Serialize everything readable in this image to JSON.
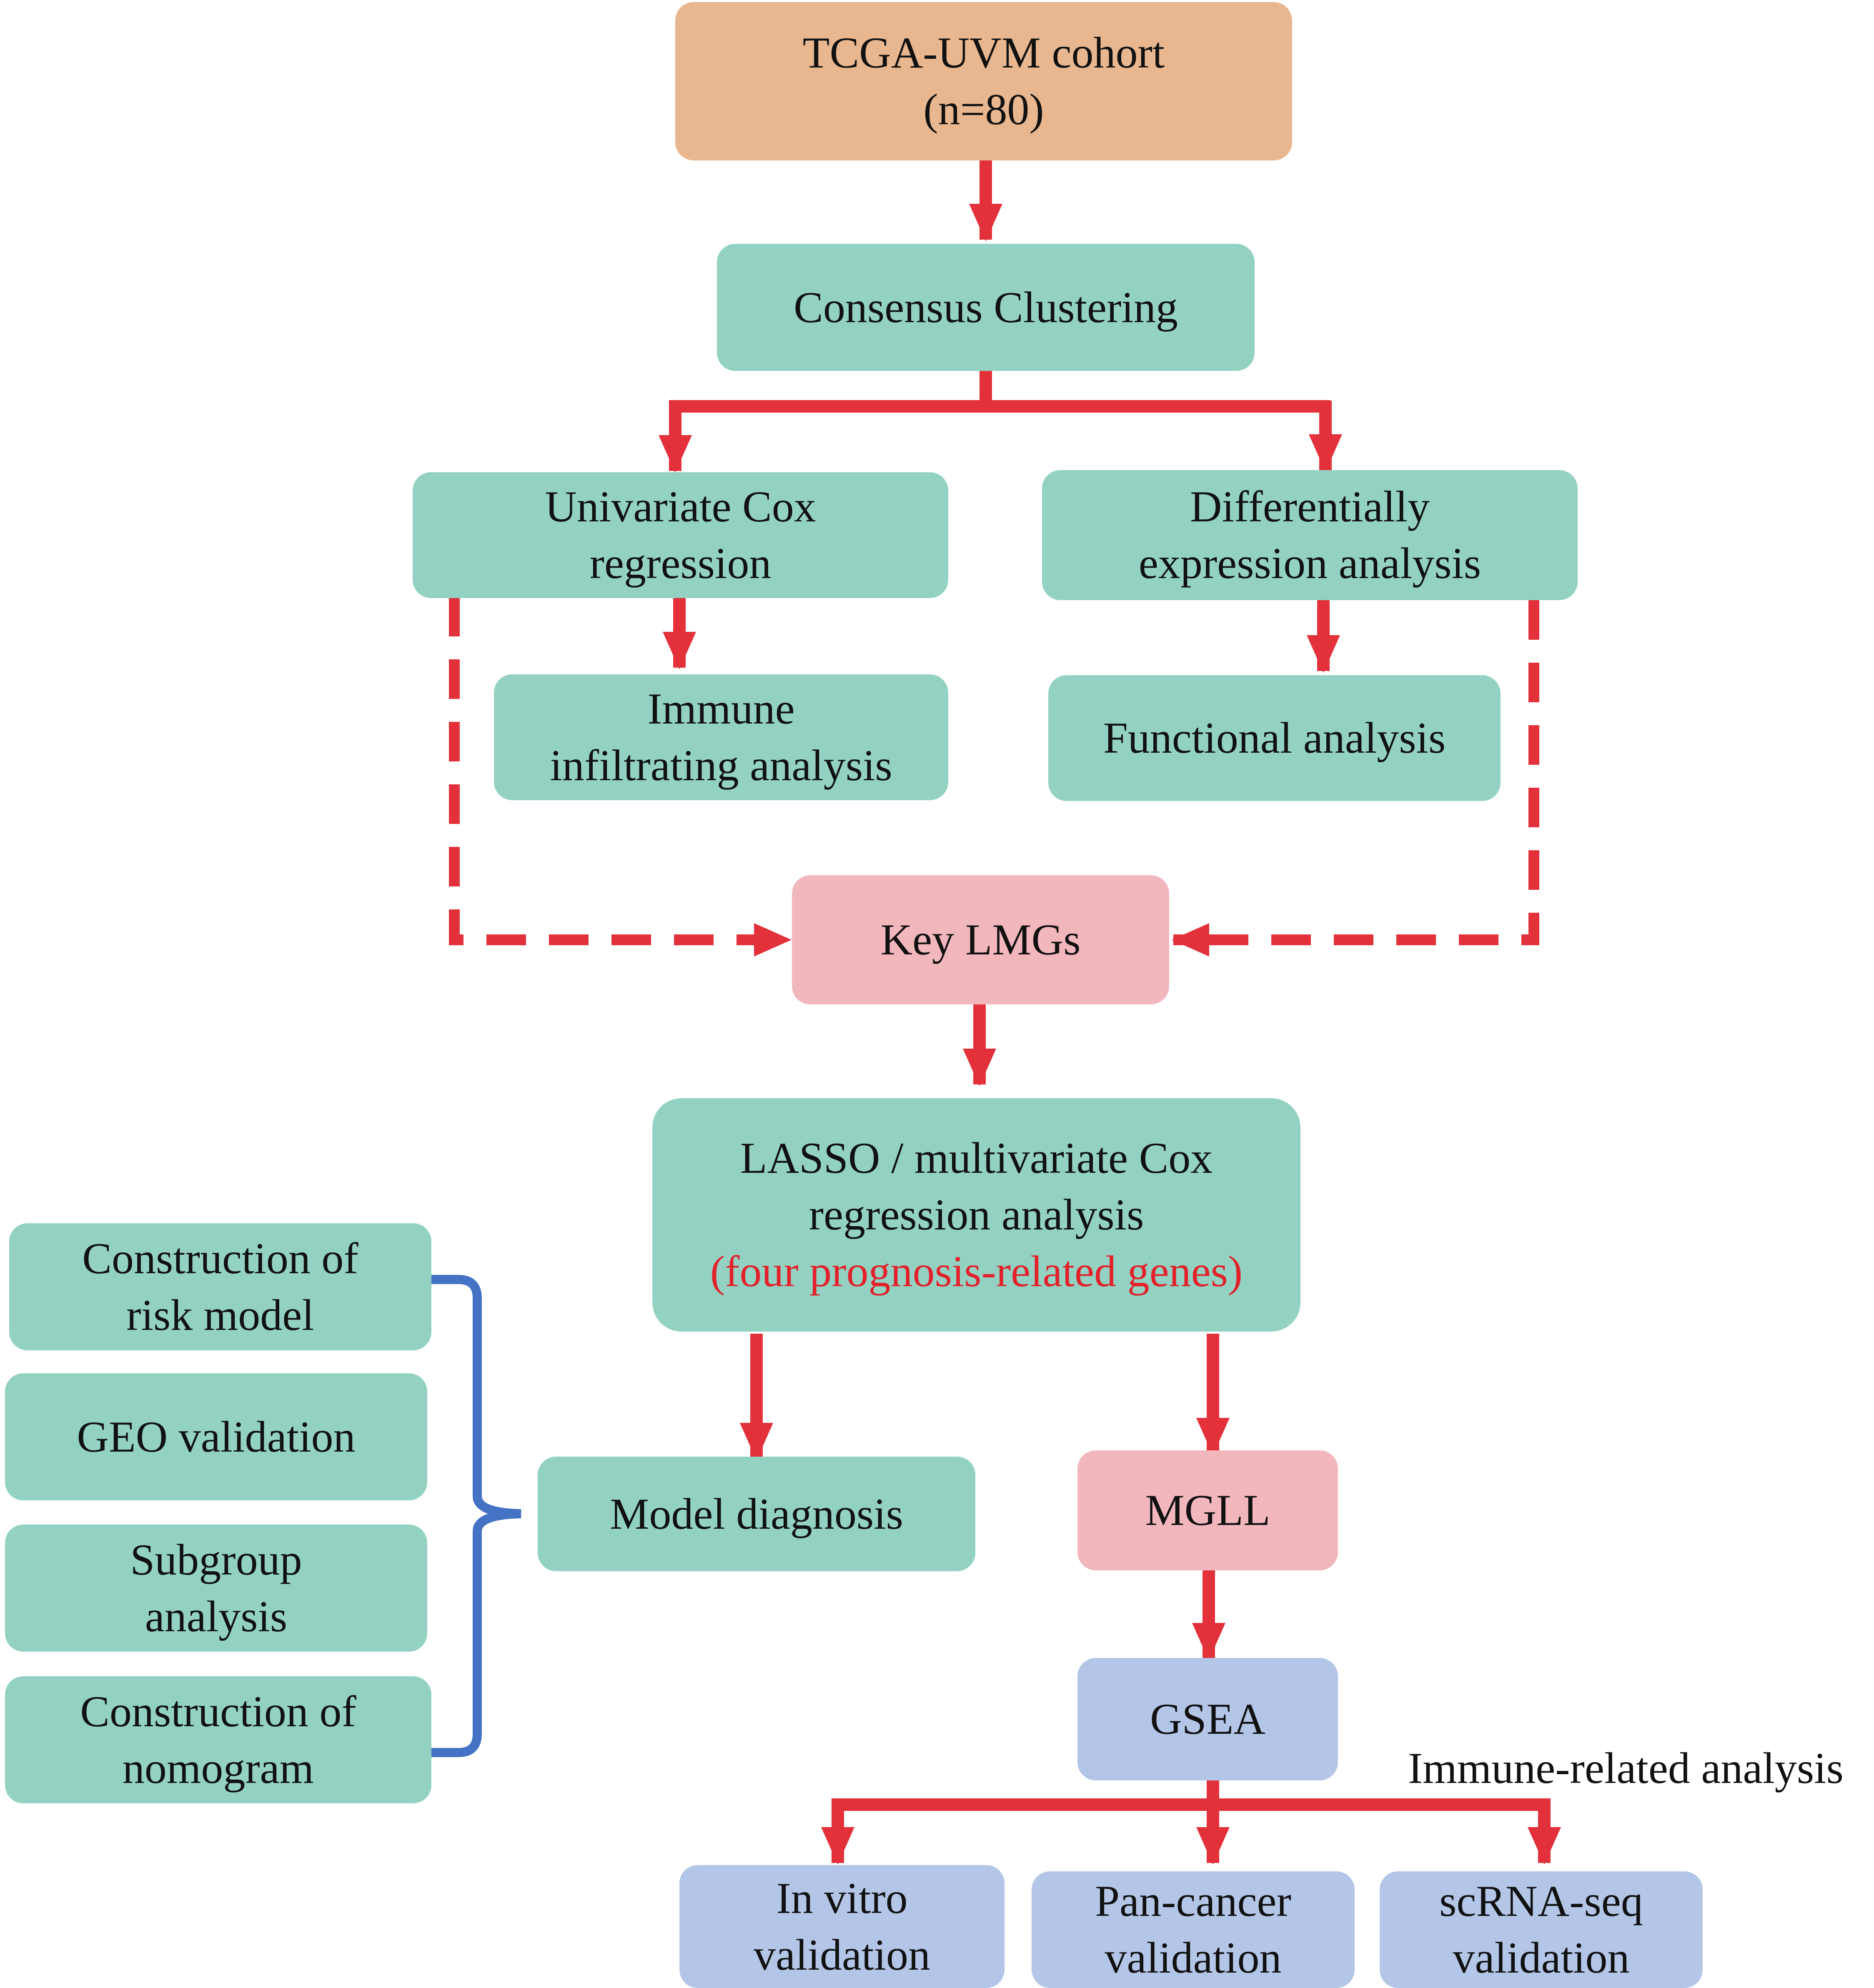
{
  "nodes": {
    "cohort": {
      "line1": "TCGA-UVM cohort",
      "line2": "(n=80)"
    },
    "consensus": {
      "label": "Consensus Clustering"
    },
    "univariate": {
      "line1": "Univariate Cox",
      "line2": "regression"
    },
    "differential": {
      "line1": "Differentially",
      "line2": "expression analysis"
    },
    "immune_infiltrating": {
      "line1": "Immune",
      "line2": "infiltrating analysis"
    },
    "functional": {
      "label": "Functional analysis"
    },
    "key_lmgs": {
      "label": "Key LMGs"
    },
    "lasso": {
      "line1": "LASSO / multivariate Cox",
      "line2": "regression analysis",
      "line3": "(four prognosis-related genes)"
    },
    "risk_model": {
      "line1": "Construction of",
      "line2": "risk model"
    },
    "geo": {
      "label": "GEO validation"
    },
    "subgroup": {
      "line1": "Subgroup",
      "line2": "analysis"
    },
    "nomogram": {
      "line1": "Construction of",
      "line2": "nomogram"
    },
    "model_diagnosis": {
      "label": "Model diagnosis"
    },
    "mgll": {
      "label": "MGLL"
    },
    "gsea": {
      "label": "GSEA"
    },
    "in_vitro": {
      "line1": "In vitro",
      "line2": "validation"
    },
    "pan_cancer": {
      "line1": "Pan-cancer",
      "line2": "validation"
    },
    "scrna": {
      "line1": "scRNA-seq",
      "line2": "validation"
    }
  },
  "annotations": {
    "immune_related": "Immune-related analysis"
  },
  "colors": {
    "orange_fill": "#e8b78f",
    "teal_fill": "#93d2c2",
    "pink_fill": "#f1b7bd",
    "blue_fill": "#b3c6e7",
    "arrow_red": "#e2313a",
    "bracket_blue": "#4472c4",
    "highlight_text_red": "#e2212a"
  }
}
